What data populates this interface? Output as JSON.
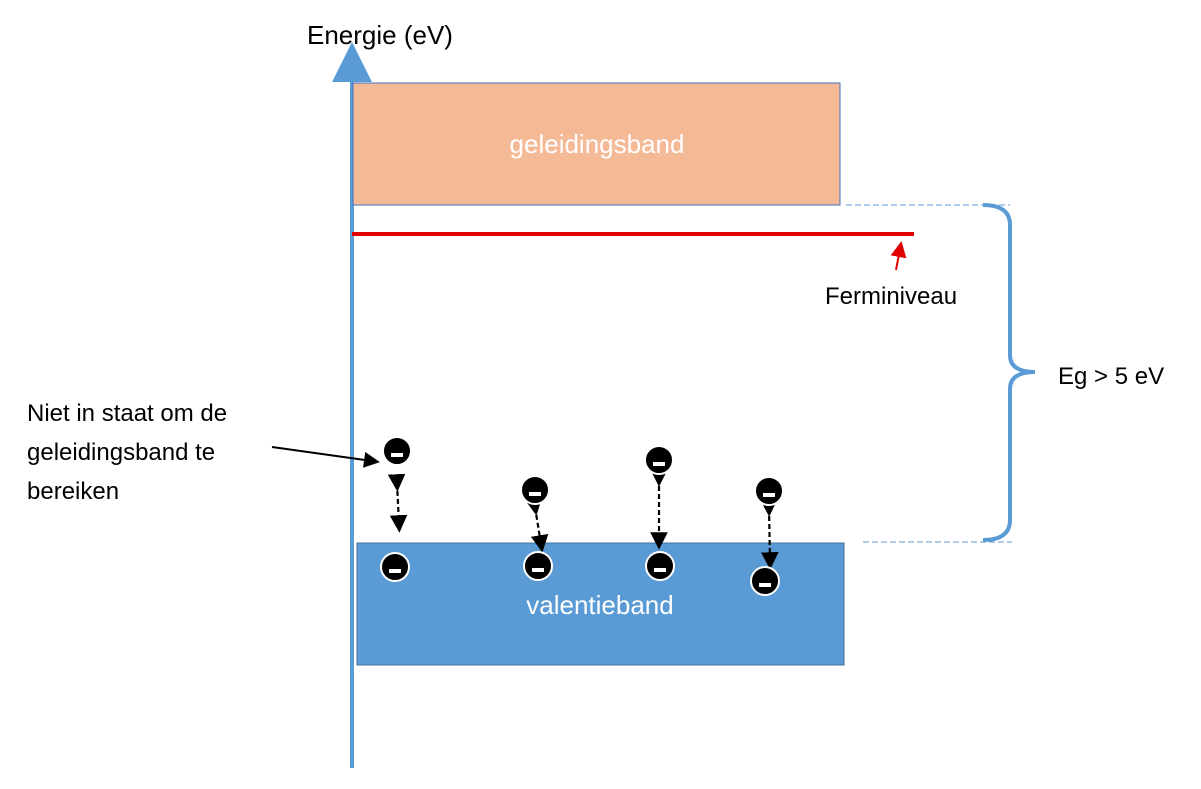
{
  "axis": {
    "label": "Energie (eV)"
  },
  "bands": {
    "conduction": {
      "label": "geleidingsband",
      "color": "#F4B995"
    },
    "valence": {
      "label": "valentieband",
      "color": "#5B9BD5"
    }
  },
  "fermi": {
    "label": "Ferminiveau",
    "color": "#E00000"
  },
  "gap": {
    "label": "Eg > 5 eV",
    "color": "#5B9BD5"
  },
  "annotation": {
    "lines": [
      "Niet in staat om de",
      "geleidingsband te",
      "bereiken"
    ]
  },
  "electron": {
    "symbol": "−"
  }
}
